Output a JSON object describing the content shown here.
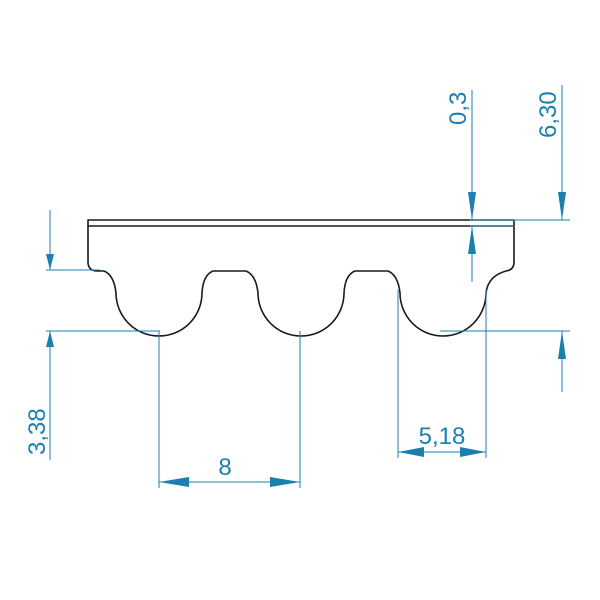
{
  "drawing": {
    "colors": {
      "outline": "#1a1a1a",
      "dimension": "#1b7fb0",
      "background": "#ffffff"
    },
    "dimensions": {
      "pitch": "8",
      "tooth_width": "5,18",
      "tooth_height": "3,38",
      "total_height": "6,30",
      "backing_layer": "0,3"
    }
  }
}
